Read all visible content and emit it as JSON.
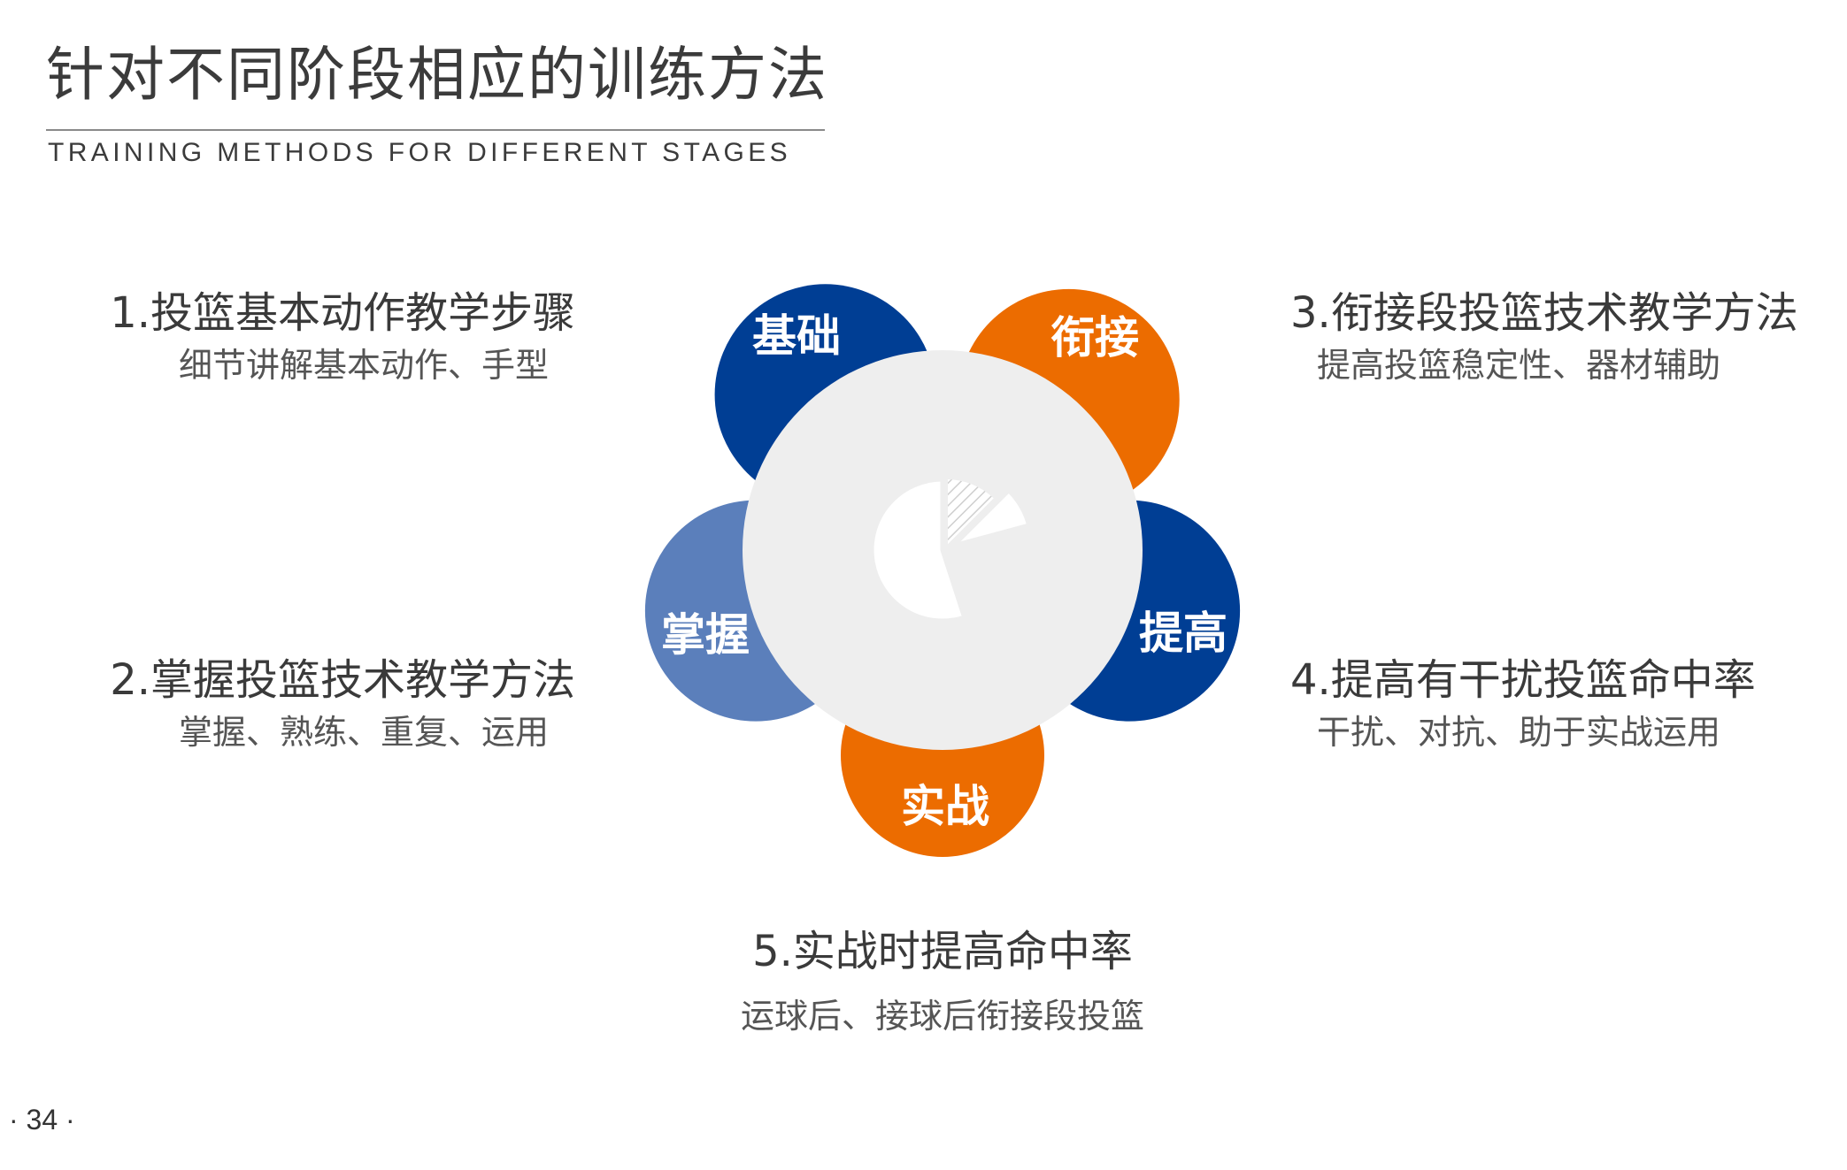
{
  "title": "针对不同阶段相应的训练方法",
  "subtitle": "TRAINING METHODS FOR DIFFERENT STAGES",
  "colors": {
    "dark_blue": "#003e94",
    "orange": "#ec6c00",
    "light_blue": "#5b7fbb",
    "center": "#eeeeee"
  },
  "center_icon": "pie-chart-icon",
  "petals": [
    {
      "label": "基础",
      "color": "dark_blue"
    },
    {
      "label": "衔接",
      "color": "orange"
    },
    {
      "label": "提高",
      "color": "dark_blue"
    },
    {
      "label": "实战",
      "color": "orange"
    },
    {
      "label": "掌握",
      "color": "light_blue"
    }
  ],
  "items": [
    {
      "head": "1.投篮基本动作教学步骤",
      "desc": "细节讲解基本动作、手型"
    },
    {
      "head": "2.掌握投篮技术教学方法",
      "desc": "掌握、熟练、重复、运用"
    },
    {
      "head": "3.衔接段投篮技术教学方法",
      "desc": "提高投篮稳定性、器材辅助"
    },
    {
      "head": "4.提高有干扰投篮命中率",
      "desc": "干扰、对抗、助于实战运用"
    },
    {
      "head": "5.实战时提高命中率",
      "desc": "运球后、接球后衔接段投篮"
    }
  ],
  "page_number": "· 34 ·"
}
